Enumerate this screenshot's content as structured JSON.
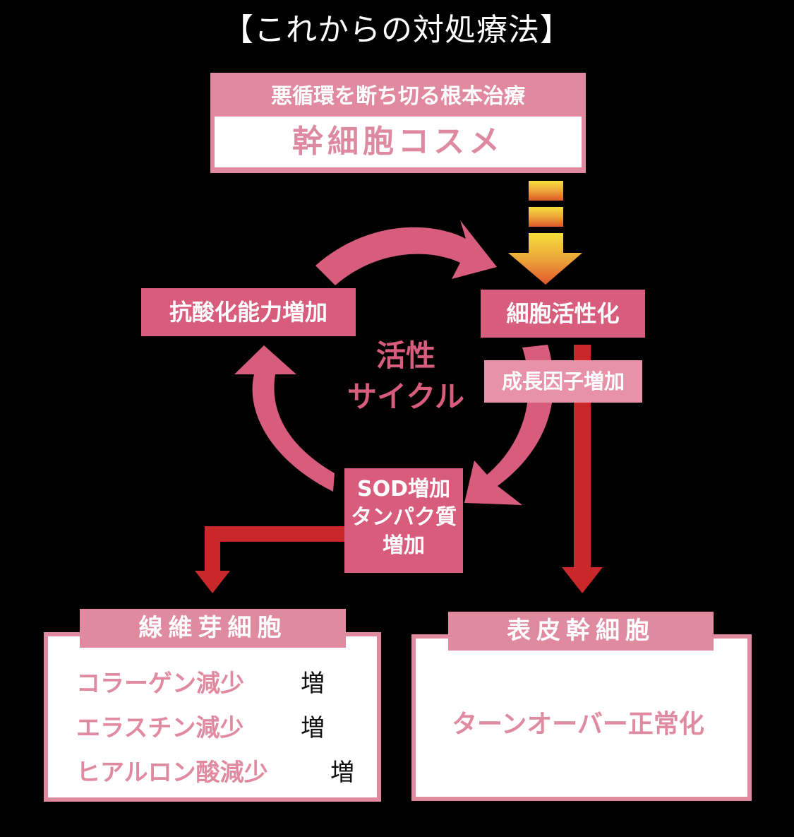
{
  "title": "【これからの対処療法】",
  "top": {
    "subtitle": "悪循環を断ち切る根本治療",
    "main": "幹細胞コスメ"
  },
  "cycle": {
    "label_line1": "活性",
    "label_line2": "サイクル",
    "nodes": {
      "antioxidant": "抗酸化能力増加",
      "cell_activation": "細胞活性化",
      "growth_factor": "成長因子増加",
      "sod_line1": "SOD増加",
      "sod_line2": "タンパク質",
      "sod_line3": "増加"
    }
  },
  "panels": {
    "fibroblast": {
      "title": "線維芽細胞",
      "rows": [
        {
          "text": "コラーゲン減少",
          "change": "増"
        },
        {
          "text": "エラスチン減少",
          "change": "増"
        },
        {
          "text": "ヒアルロン酸減少",
          "change": "増"
        }
      ]
    },
    "epidermal": {
      "title": "表皮幹細胞",
      "text": "ターンオーバー正常化"
    }
  },
  "colors": {
    "background": "#000000",
    "cycle_pink": "#d85c7c",
    "panel_pink": "#e08aa0",
    "flow_red": "#c8282a",
    "gradient_top": "#f7d63a",
    "gradient_bottom": "#e0602a"
  }
}
